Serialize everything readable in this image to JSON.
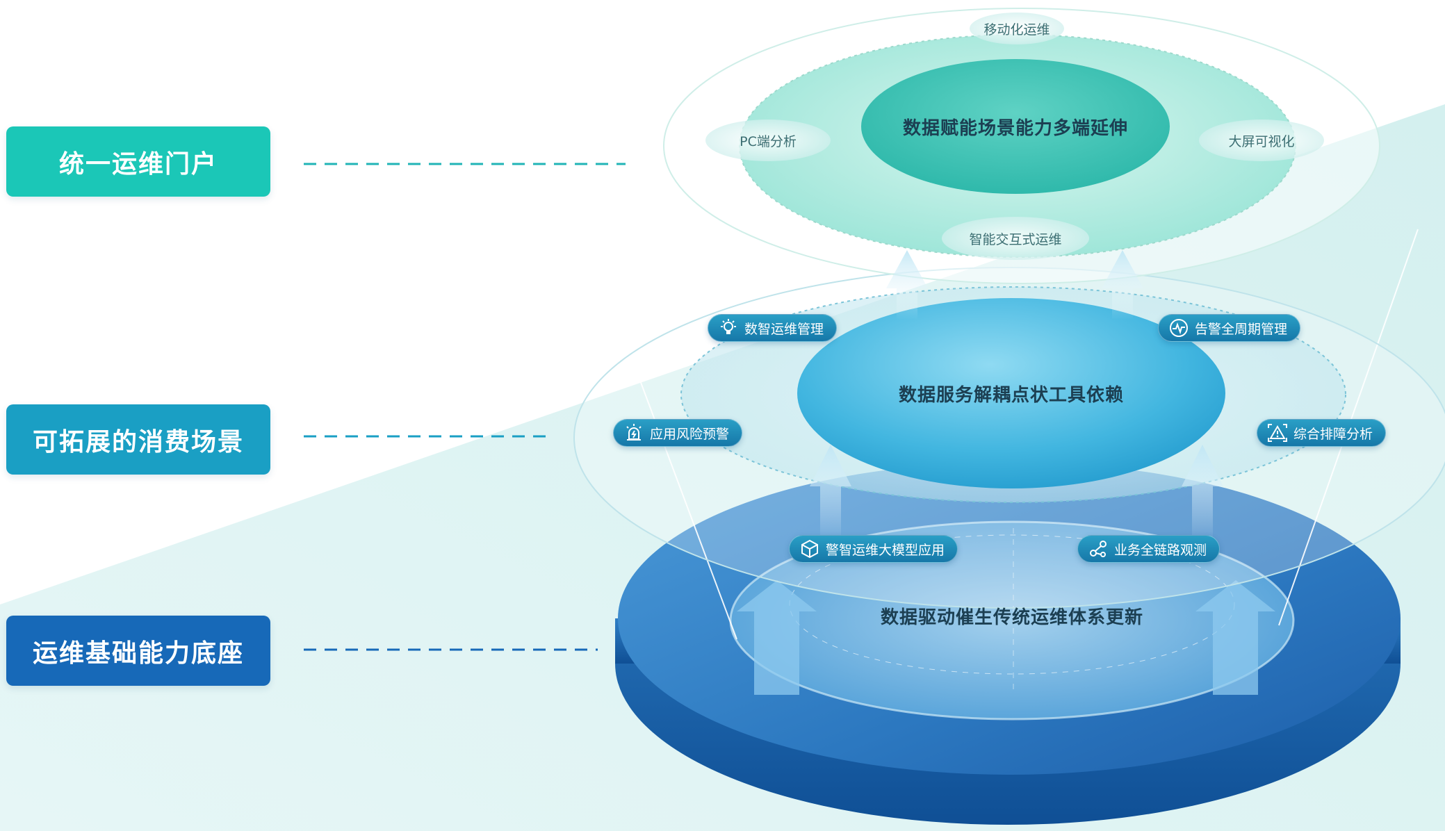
{
  "tiers": {
    "top": "统一运维门户",
    "middle": "可拓展的消费场景",
    "bottom": "运维基础能力底座"
  },
  "top_layer": {
    "core": "数据赋能场景能力多端延伸",
    "tags": {
      "mobile": "移动化运维",
      "pc": "PC端分析",
      "big_screen": "大屏可视化",
      "interactive": "智能交互式运维"
    }
  },
  "middle_layer": {
    "core": "数据服务解耦点状工具依赖",
    "pills": {
      "data_ops": "数智运维管理",
      "alert_cycle": "告警全周期管理",
      "app_risk": "应用风险预警",
      "troubleshoot": "综合排障分析"
    }
  },
  "bottom_layer": {
    "core": "数据驱动催生传统运维体系更新",
    "pills": {
      "llm": "警智运维大模型应用",
      "tracing": "业务全链路观测"
    }
  },
  "colors": {
    "teal": "#1bc7b7",
    "cyan_blue": "#1a9fc4",
    "deep_blue": "#1769b8",
    "pill_blue": "#1677a8"
  },
  "icons": {
    "data_ops": "lightbulb-icon",
    "alert_cycle": "heartbeat-icon",
    "app_risk": "alarm-light-icon",
    "troubleshoot": "warning-scan-icon",
    "llm": "cube-network-icon",
    "tracing": "nodes-link-icon"
  }
}
